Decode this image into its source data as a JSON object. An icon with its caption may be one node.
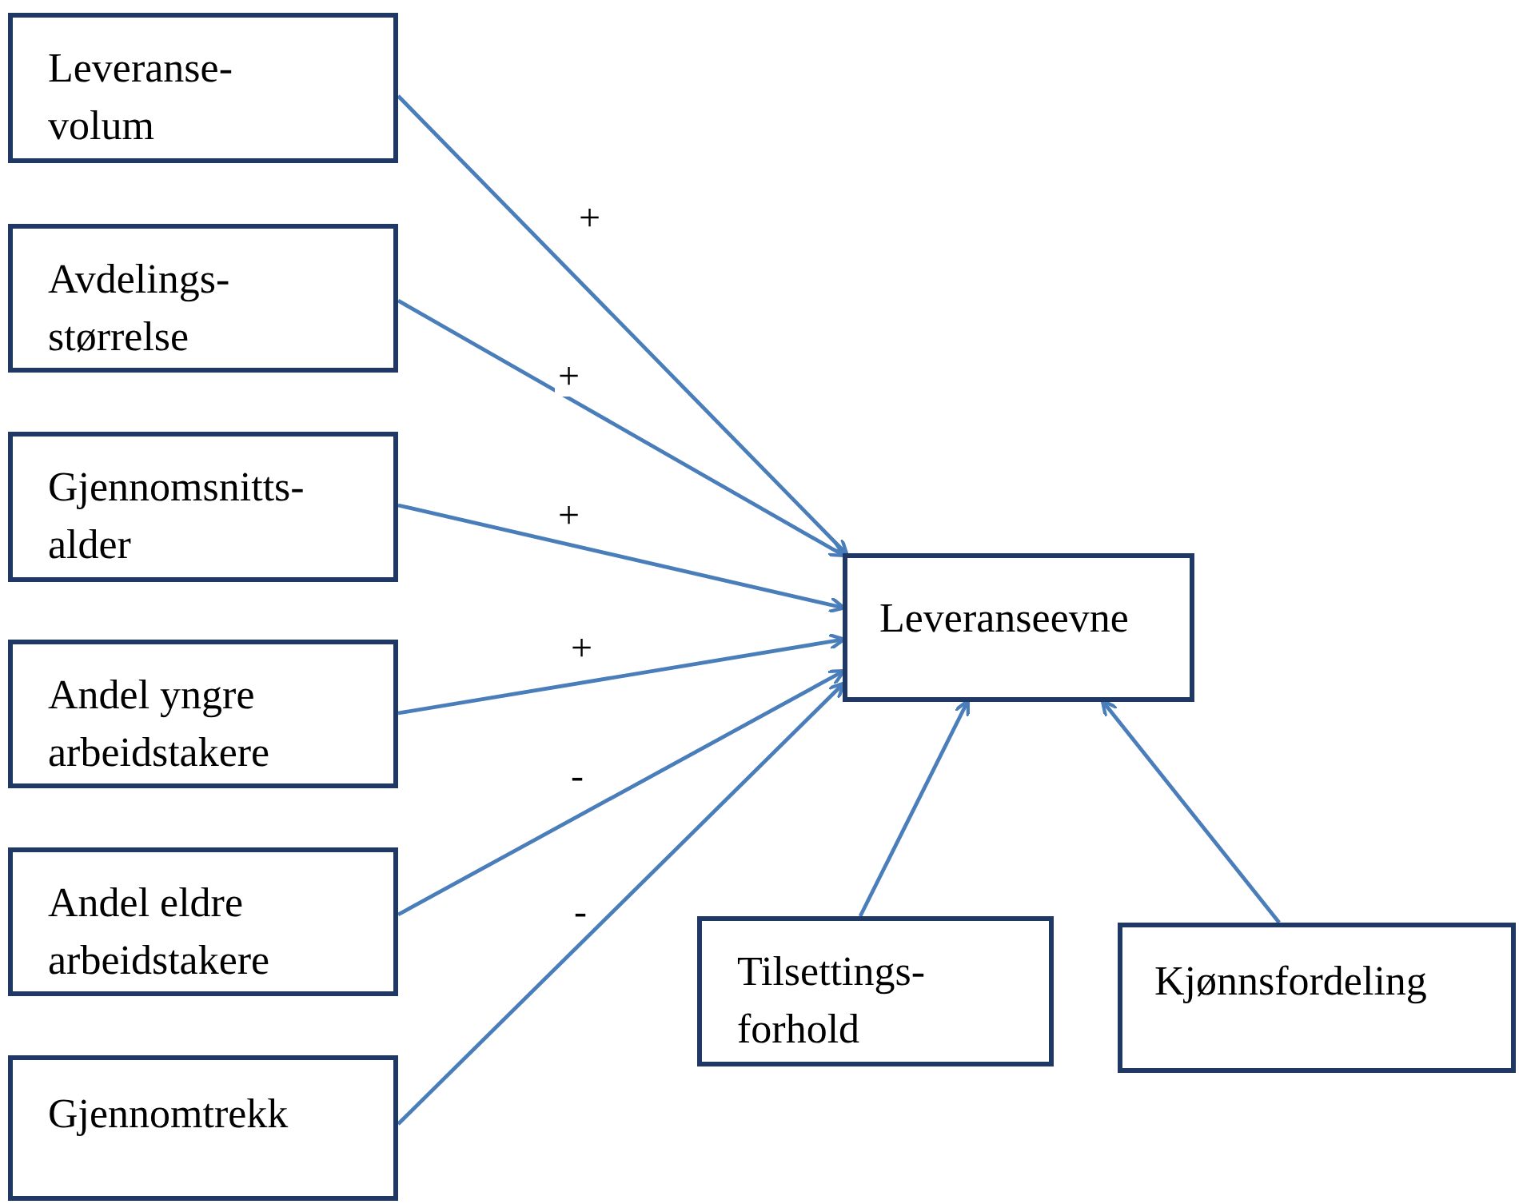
{
  "diagram": {
    "nodes": [
      {
        "text": [
          "Leveranse- volum"
        ]
      },
      {
        "text": [
          "Avdelings- størrelse"
        ]
      },
      {
        "text": [
          "Gjennomsnitts- alder"
        ]
      },
      {
        "text": [
          "Andel yngre arbeidstakere"
        ]
      },
      {
        "text": [
          "Andel eldre arbeidstakere"
        ]
      },
      {
        "text": [
          "Gjennomtrekk"
        ]
      },
      {
        "text": [
          "Leveranseevne"
        ]
      },
      {
        "text": [
          "Tilsettings- forhold"
        ]
      },
      {
        "text": [
          "Kjønnsfordeling"
        ]
      }
    ],
    "edges": [
      {
        "from": 0,
        "to": 6,
        "arrow": "to",
        "label": "+"
      },
      {
        "from": 1,
        "to": 6,
        "arrow": "to",
        "label": "+"
      },
      {
        "from": 2,
        "to": 6,
        "arrow": "to",
        "label": "+"
      },
      {
        "from": 3,
        "to": 6,
        "arrow": "to",
        "label": "+"
      },
      {
        "from": 4,
        "to": 6,
        "arrow": "to",
        "label": "-"
      },
      {
        "from": 5,
        "to": 6,
        "arrow": "to",
        "label": "-"
      },
      {
        "from": 7,
        "to": 6,
        "arrow": "to"
      },
      {
        "from": 8,
        "to": 6,
        "arrow": "to"
      }
    ]
  }
}
